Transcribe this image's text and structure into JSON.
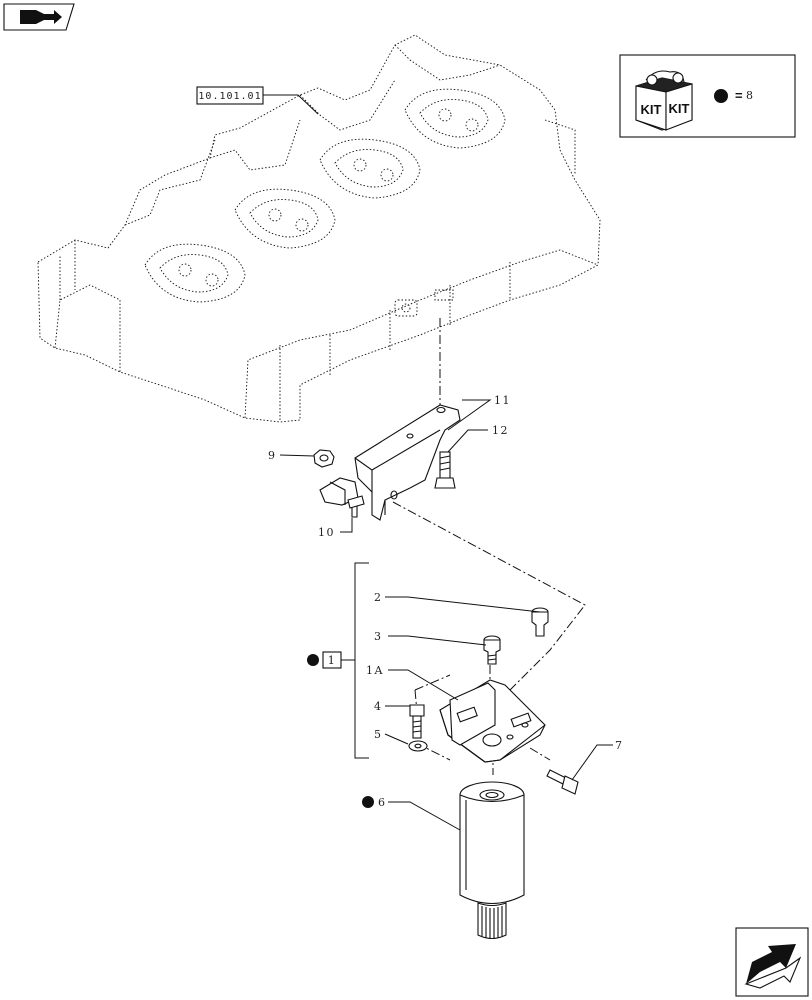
{
  "reference_box": {
    "label": "10.101.01"
  },
  "kit_legend": {
    "kit_word_left": "KIT",
    "kit_word_right": "KIT",
    "equals": "=",
    "number": "8"
  },
  "callouts": {
    "c11": "11",
    "c12": "12",
    "c9": "9",
    "c10": "10",
    "c2": "2",
    "c3": "3",
    "c1A": "1A",
    "c4": "4",
    "c5": "5",
    "c7": "7",
    "c6": "6",
    "c1": "1"
  },
  "icons": {
    "top_left": "book-arrow-icon",
    "bottom_right": "next-page-arrow-icon"
  },
  "colors": {
    "ink": "#111111",
    "paper": "#ffffff"
  }
}
